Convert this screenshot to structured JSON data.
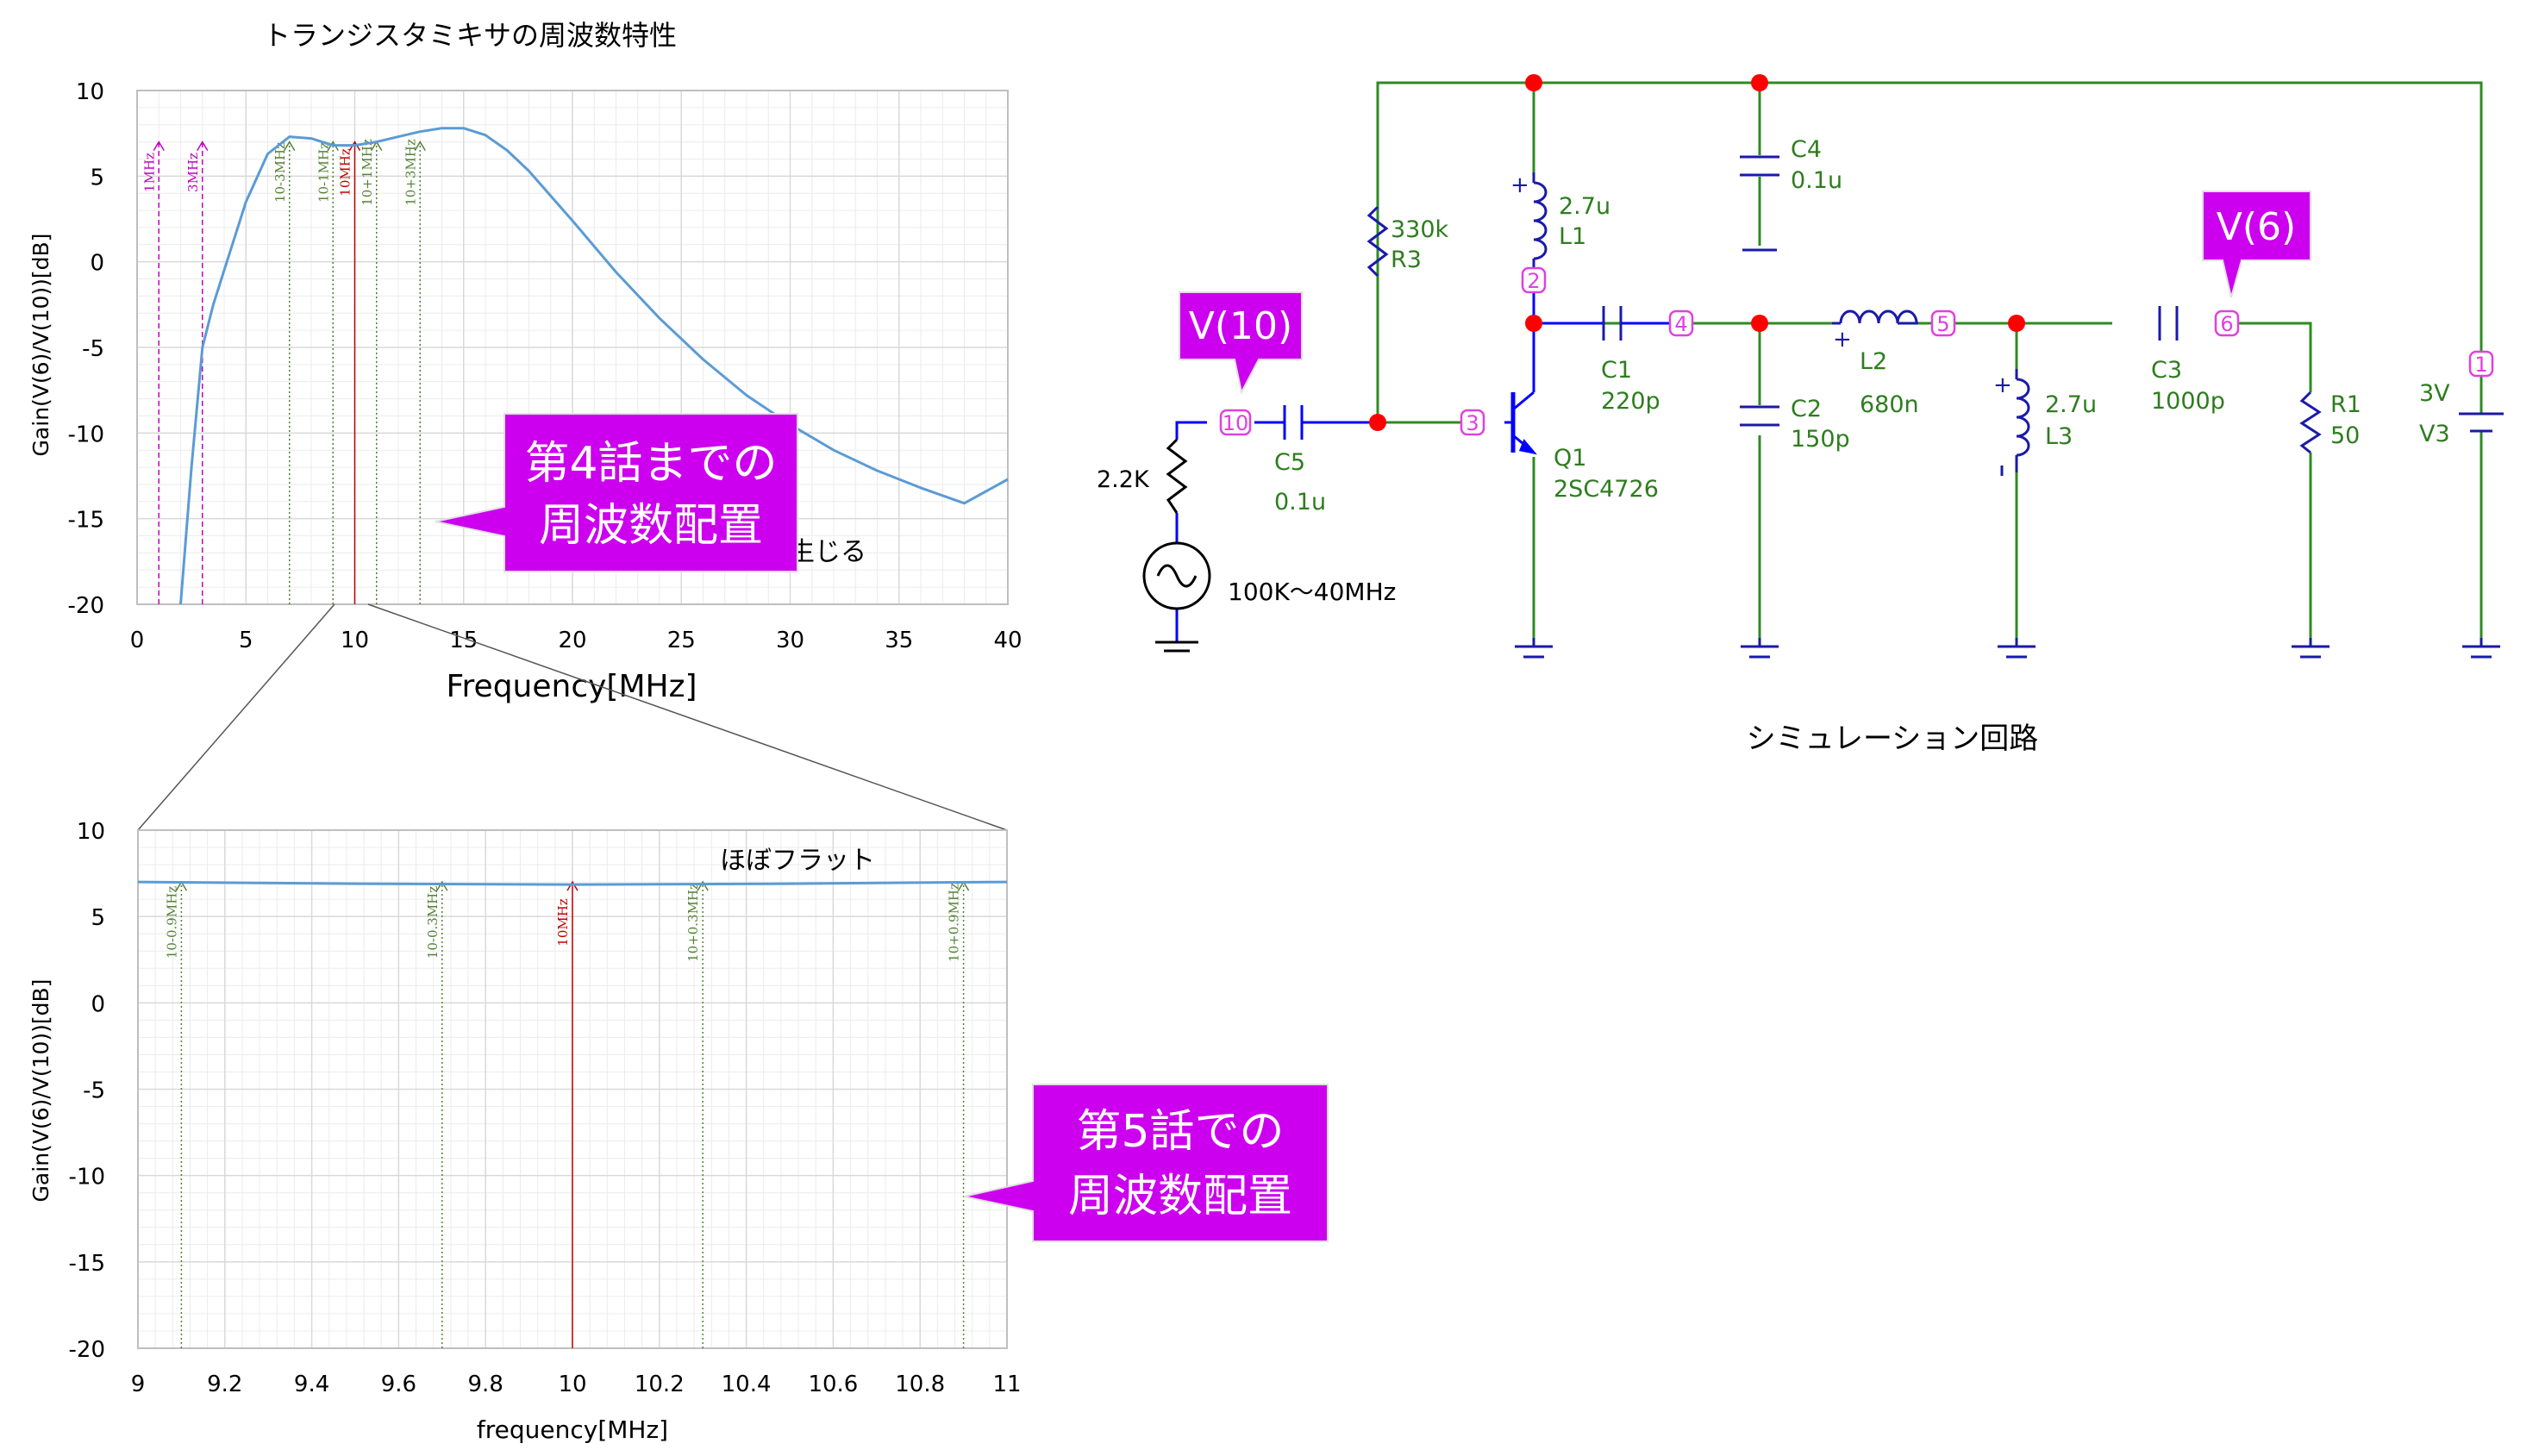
{
  "colors": {
    "curve": "#5b9bd5",
    "grid": "#d9d9d9",
    "magenta": "#c000c0",
    "marker_green": "#548235",
    "marker_red": "#c00000",
    "wire": "#0000ff",
    "net": "#2e8b20",
    "dot": "#ff0000",
    "comp": "#1a1aaa",
    "callout_bg": "#cc00ee"
  },
  "chart_data": [
    {
      "type": "line",
      "title": "トランジスタミキサの周波数特性",
      "xlabel": "Frequency[MHz]",
      "ylabel": "Gain(V(6)/V(10))[dB]",
      "xlim": [
        0,
        40
      ],
      "ylim": [
        -20,
        10
      ],
      "xticks": [
        "0",
        "5",
        "10",
        "15",
        "20",
        "25",
        "30",
        "35",
        "40"
      ],
      "yticks": [
        "10",
        "5",
        "0",
        "-5",
        "-10",
        "-15",
        "-20"
      ],
      "grid": true,
      "series": [
        {
          "x": [
            2,
            2.5,
            3,
            3.5,
            4,
            5,
            6,
            7,
            8,
            9,
            10,
            11,
            12,
            13,
            14,
            15,
            16,
            17,
            18,
            20,
            22,
            24,
            26,
            28,
            30,
            32,
            34,
            36,
            38,
            40
          ],
          "y": [
            -20,
            -12,
            -5,
            -2.5,
            -0.5,
            3.5,
            6.3,
            7.3,
            7.2,
            6.8,
            6.8,
            7.0,
            7.3,
            7.6,
            7.8,
            7.8,
            7.4,
            6.5,
            5.3,
            2.4,
            -0.6,
            -3.3,
            -5.7,
            -7.8,
            -9.5,
            -11.0,
            -12.2,
            -13.2,
            -14.1,
            -12.7
          ]
        }
      ],
      "annotation": "所望帯域内に振幅差が生じる",
      "markers": [
        {
          "x": 1,
          "label": "1MHz",
          "color": "#c000c0"
        },
        {
          "x": 3,
          "label": "3MHz",
          "color": "#c000c0"
        },
        {
          "x": 7,
          "label": "10-3MHz",
          "color": "#548235"
        },
        {
          "x": 9,
          "label": "10-1MHz",
          "color": "#548235"
        },
        {
          "x": 10,
          "label": "10MHz",
          "color": "#c00000"
        },
        {
          "x": 11,
          "label": "10+1MHz",
          "color": "#548235"
        },
        {
          "x": 13,
          "label": "10+3MHz",
          "color": "#548235"
        }
      ]
    },
    {
      "type": "line",
      "title": "",
      "xlabel": "frequency[MHz]",
      "ylabel": "Gain(V(6)/V(10))[dB]",
      "xlim": [
        9,
        11
      ],
      "ylim": [
        -20,
        10
      ],
      "xticks": [
        "9",
        "9.2",
        "9.4",
        "9.6",
        "9.8",
        "10",
        "10.2",
        "10.4",
        "10.6",
        "10.8",
        "11"
      ],
      "yticks": [
        "10",
        "5",
        "0",
        "-5",
        "-10",
        "-15",
        "-20"
      ],
      "grid": true,
      "series": [
        {
          "x": [
            9,
            9.5,
            10,
            10.5,
            11
          ],
          "y": [
            7.0,
            6.9,
            6.85,
            6.9,
            7.0
          ]
        }
      ],
      "annotation": "ほぼフラット",
      "markers": [
        {
          "x": 9.1,
          "label": "10-0.9MHz",
          "color": "#548235"
        },
        {
          "x": 9.7,
          "label": "10-0.3MHz",
          "color": "#548235"
        },
        {
          "x": 10,
          "label": "10MHz",
          "color": "#c00000"
        },
        {
          "x": 10.3,
          "label": "10+0.3MHz",
          "color": "#548235"
        },
        {
          "x": 10.9,
          "label": "10+0.9MHz",
          "color": "#548235"
        }
      ]
    }
  ],
  "callouts": {
    "ch4": [
      "第4話までの",
      "周波数配置"
    ],
    "ch5": [
      "第5話での",
      "周波数配置"
    ],
    "v10": "V(10)",
    "v6": "V(6)"
  },
  "schematic": {
    "caption": "シミュレーション回路",
    "source_label": "100K〜40MHz",
    "nodes": [
      "10",
      "3",
      "2",
      "4",
      "5",
      "6",
      "1"
    ],
    "components": {
      "r_in": "2.2K",
      "c5": [
        "C5",
        "0.1u"
      ],
      "r3": [
        "330k",
        "R3"
      ],
      "l1": [
        "2.7u",
        "L1"
      ],
      "c4": [
        "C4",
        "0.1u"
      ],
      "q1": [
        "Q1",
        "2SC4726"
      ],
      "c1": [
        "C1",
        "220p"
      ],
      "c2": [
        "C2",
        "150p"
      ],
      "l2": [
        "L2",
        "680n"
      ],
      "l3": [
        "2.7u",
        "L3"
      ],
      "c3": [
        "C3",
        "1000p"
      ],
      "r1": [
        "R1",
        "50"
      ],
      "v3": [
        "3V",
        "V3"
      ]
    }
  }
}
